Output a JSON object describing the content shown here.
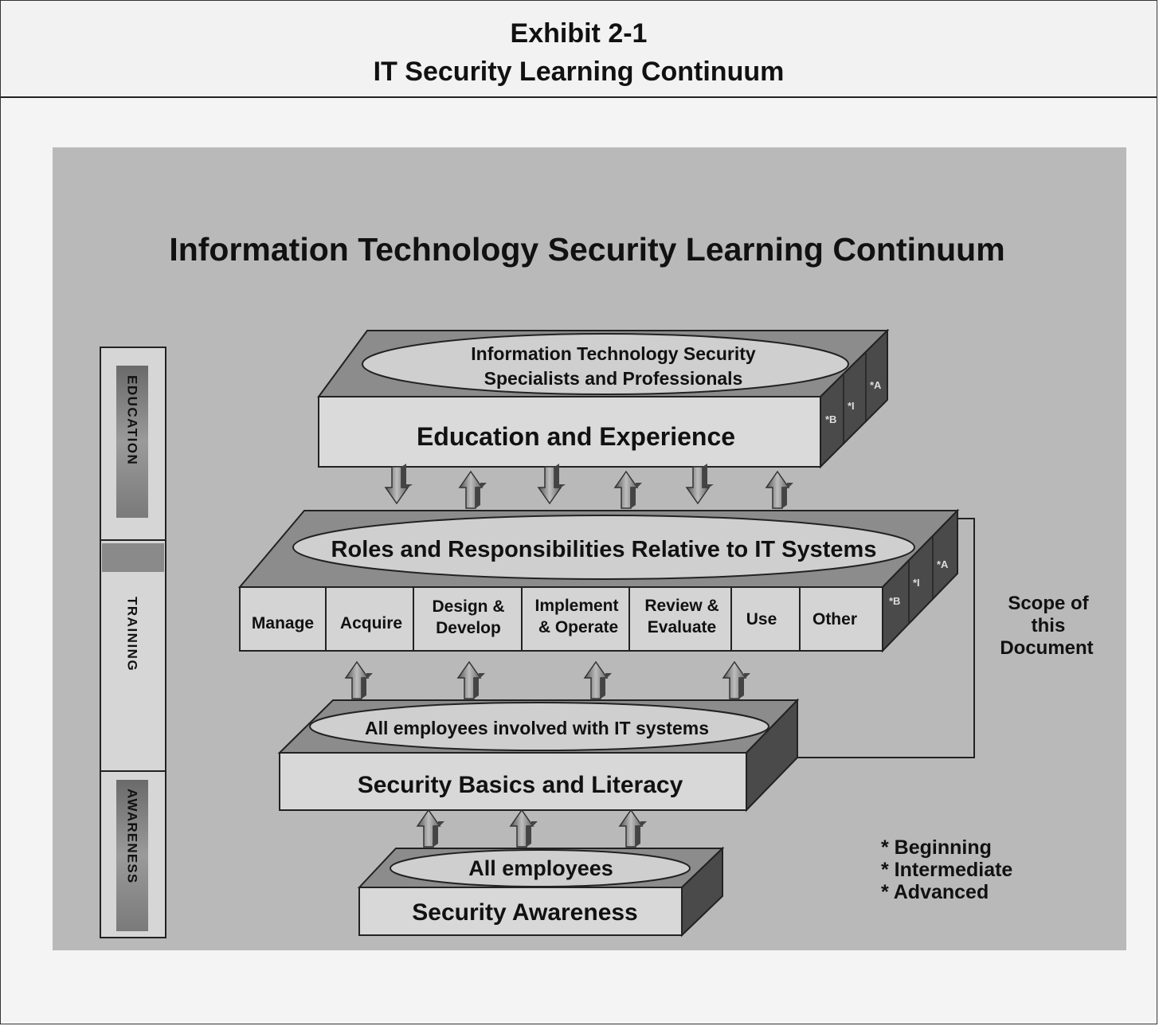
{
  "exhibit": {
    "number": "Exhibit 2-1",
    "title": "IT Security Learning Continuum"
  },
  "diagram_title": "Information Technology Security Learning Continuum",
  "side_bar": {
    "education": "EDUCATION",
    "training": "TRAINING",
    "awareness": "AWARENESS"
  },
  "tiers": {
    "education": {
      "ellipse_line1": "Information Technology Security",
      "ellipse_line2": "Specialists and Professionals",
      "label": "Education and Experience"
    },
    "roles": {
      "ellipse": "Roles and Responsibilities Relative to IT Systems",
      "cells": [
        {
          "line1": "Manage",
          "line2": ""
        },
        {
          "line1": "Acquire",
          "line2": ""
        },
        {
          "line1": "Design &",
          "line2": "Develop"
        },
        {
          "line1": "Implement",
          "line2": "& Operate"
        },
        {
          "line1": "Review &",
          "line2": "Evaluate"
        },
        {
          "line1": "Use",
          "line2": ""
        },
        {
          "line1": "Other",
          "line2": ""
        }
      ]
    },
    "basics": {
      "ellipse": "All employees involved with IT systems",
      "label": "Security Basics and Literacy"
    },
    "awareness": {
      "ellipse": "All employees",
      "label": "Security Awareness"
    }
  },
  "side_labels": {
    "b": "*B",
    "i": "*I",
    "a": "*A"
  },
  "scope": {
    "line1": "Scope of",
    "line2": "this",
    "line3": "Document"
  },
  "legend": {
    "beginning": "* Beginning",
    "intermediate": "* Intermediate",
    "advanced": "* Advanced"
  }
}
